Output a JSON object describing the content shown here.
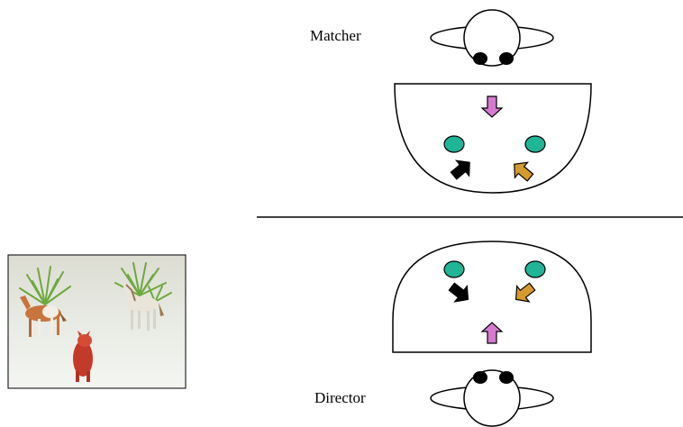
{
  "roles": {
    "matcher": "Matcher",
    "director": "Director"
  },
  "photo": {
    "content": "toy-animals-scene"
  },
  "colors": {
    "teal_marker": "#1fb596",
    "black_arrow": "#000000",
    "orange_arrow": "#d49a2c",
    "pink_arrow": "#d67ad0",
    "outline": "#000000"
  },
  "icons": [
    "top-view-person-icon",
    "table-half-disc-icon",
    "arrow-icon",
    "circle-marker-icon"
  ]
}
